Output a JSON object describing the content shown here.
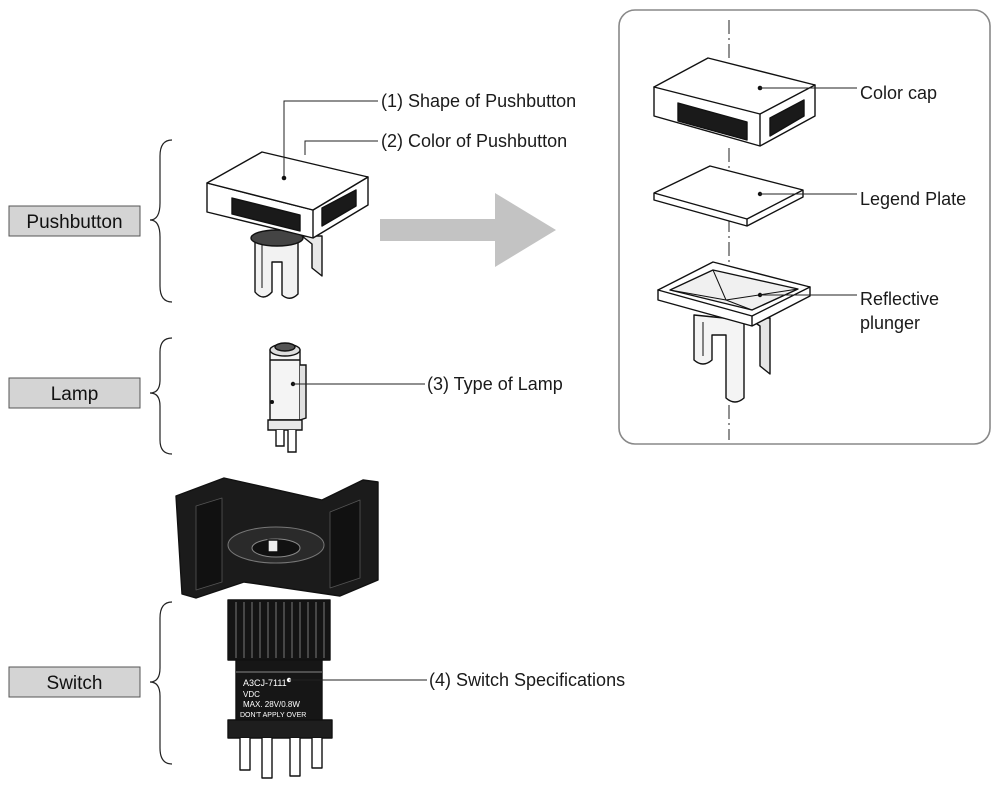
{
  "categories": {
    "pushbutton": "Pushbutton",
    "lamp": "Lamp",
    "switch": "Switch"
  },
  "callouts": {
    "shape": "(1) Shape of Pushbutton",
    "color": "(2) Color of Pushbutton",
    "lamp_type": "(3) Type of Lamp",
    "switch_spec": "(4) Switch Specifications"
  },
  "exploded": {
    "color_cap": "Color cap",
    "legend_plate": "Legend Plate",
    "reflective_line1": "Reflective",
    "reflective_line2": "plunger"
  },
  "switch_marking": {
    "line1": "A3CJ-7111",
    "line2": "VDC",
    "line3": "MAX. 28V/0.8W",
    "line4": "DON'T APPLY OVER"
  },
  "colors": {
    "label_box_fill": "#d4d4d4",
    "arrow": "#c3c3c3",
    "panel_border": "#888888",
    "ink": "#111111"
  }
}
